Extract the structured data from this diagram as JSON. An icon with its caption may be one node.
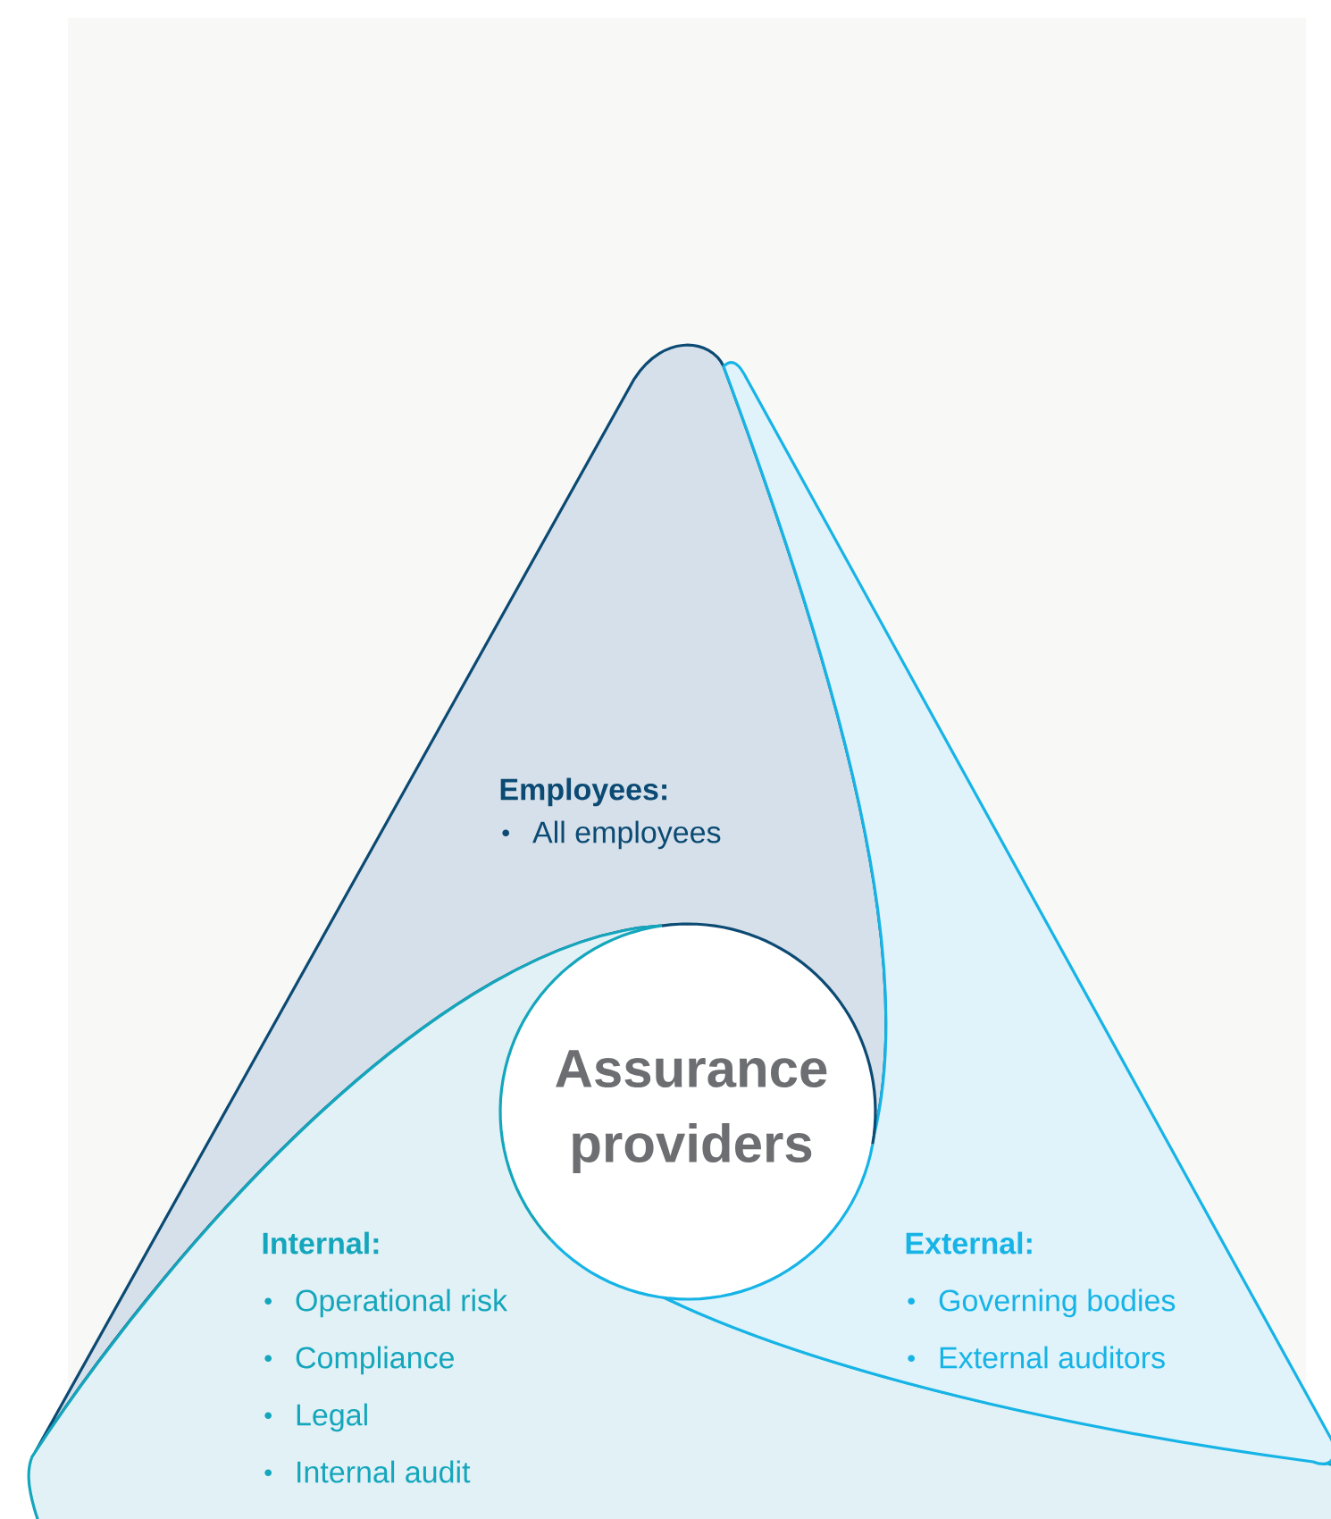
{
  "diagram": {
    "nodes": [
      {
        "text": [
          "Employees:",
          "All employees"
        ]
      },
      {
        "text": [
          "Internal:",
          "Operational risk",
          "Compliance",
          "Legal",
          "Internal audit"
        ]
      },
      {
        "text": [
          "External:",
          "Governing bodies",
          "External auditors"
        ]
      },
      {
        "text": [
          "Assurance providers"
        ]
      }
    ]
  }
}
